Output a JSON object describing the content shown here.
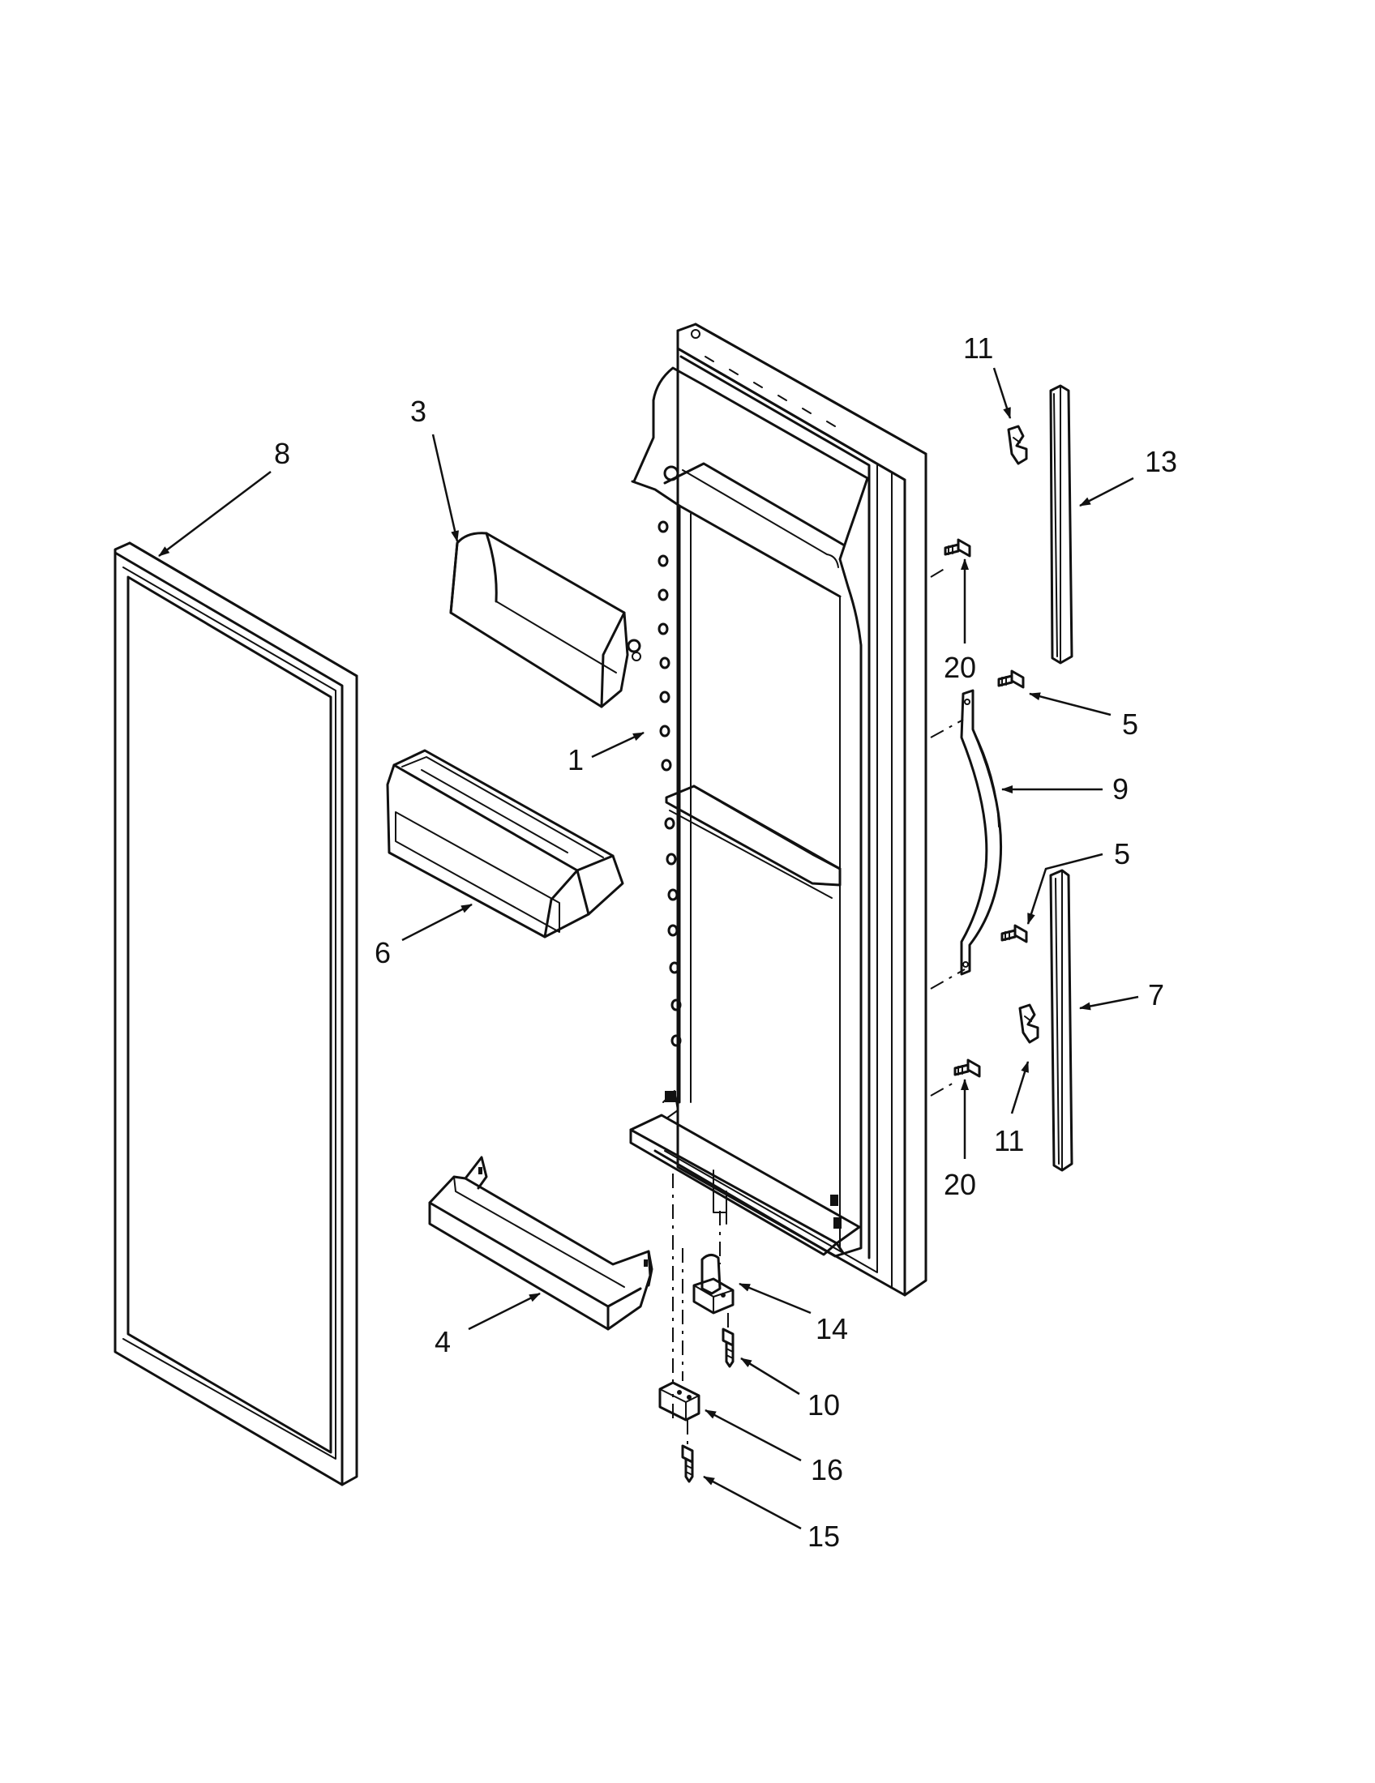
{
  "diagram": {
    "callouts": [
      "1",
      "3",
      "4",
      "5",
      "5",
      "6",
      "7",
      "8",
      "9",
      "10",
      "11",
      "11",
      "13",
      "14",
      "15",
      "16",
      "20",
      "20"
    ]
  }
}
